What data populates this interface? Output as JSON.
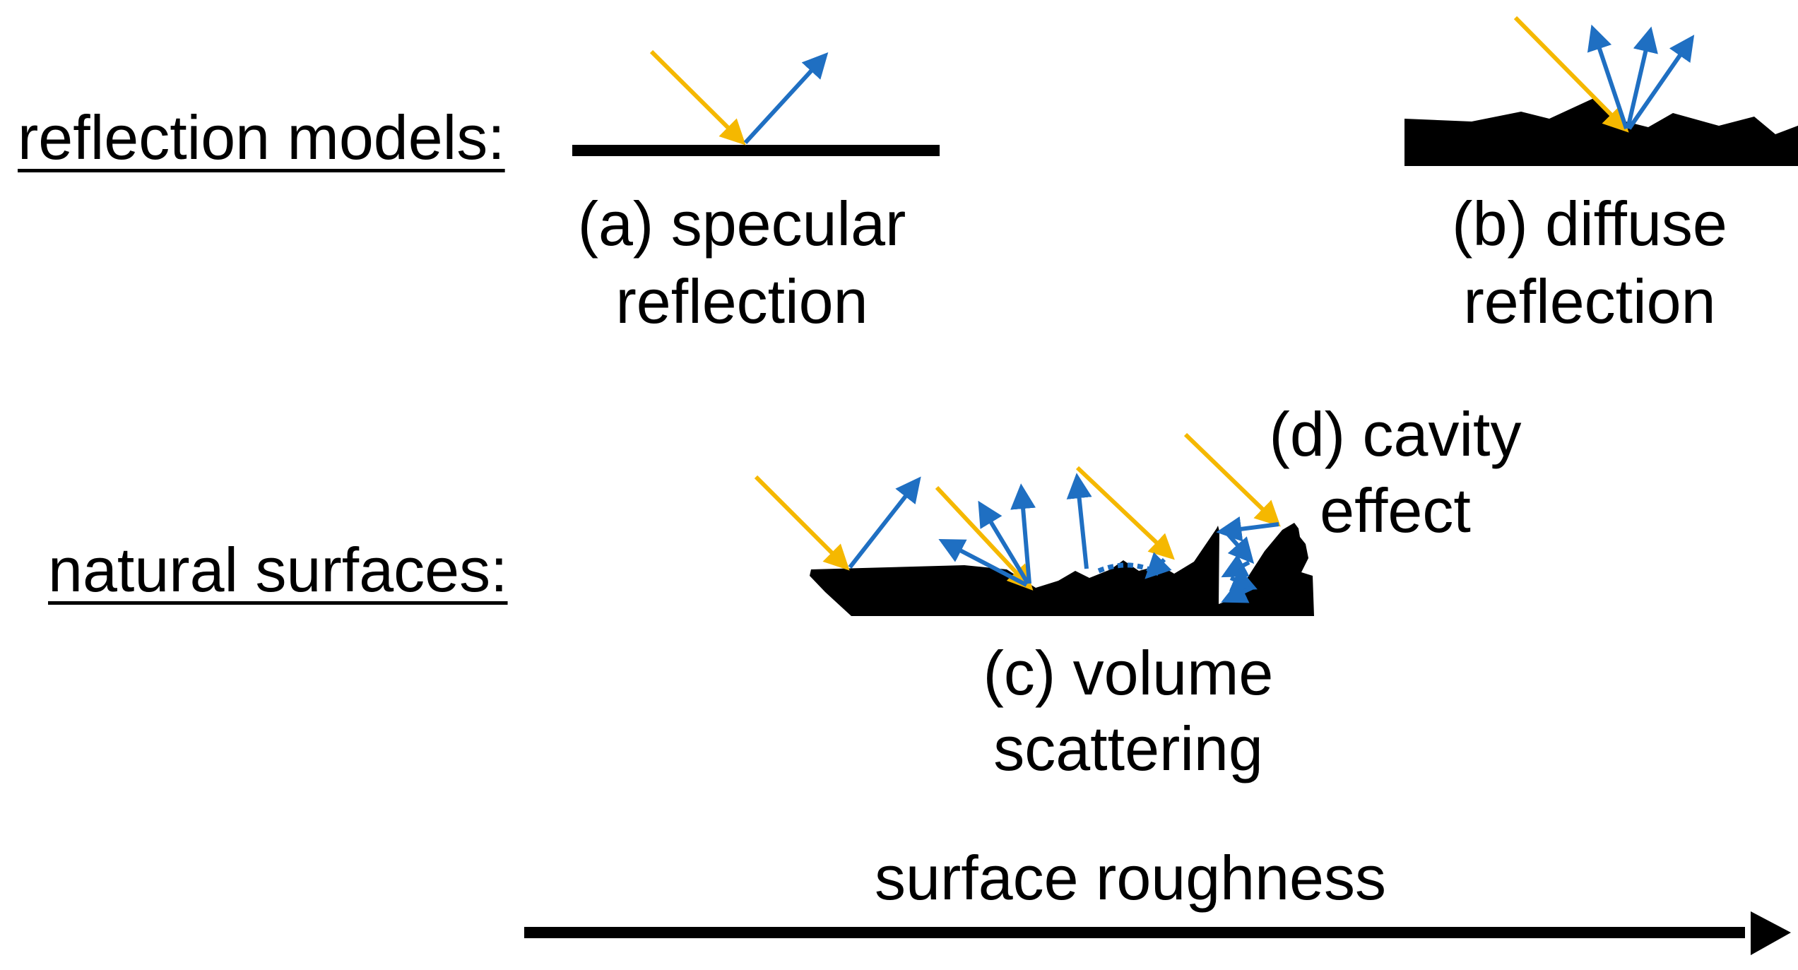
{
  "headings": {
    "reflection_models": "reflection models:",
    "natural_surfaces": "natural surfaces:"
  },
  "labels": {
    "a_line1": "(a) specular",
    "a_line2": "reflection",
    "b_line1": "(b) diffuse",
    "b_line2": "reflection",
    "c_line1": "(c) volume",
    "c_line2": "scattering",
    "d_line1": "(d) cavity",
    "d_line2": "effect"
  },
  "axis": {
    "label": "surface roughness"
  },
  "colors": {
    "incident_ray": "#f5b800",
    "reflected_ray": "#1f6fc2",
    "surface": "#000000",
    "text": "#000000"
  }
}
